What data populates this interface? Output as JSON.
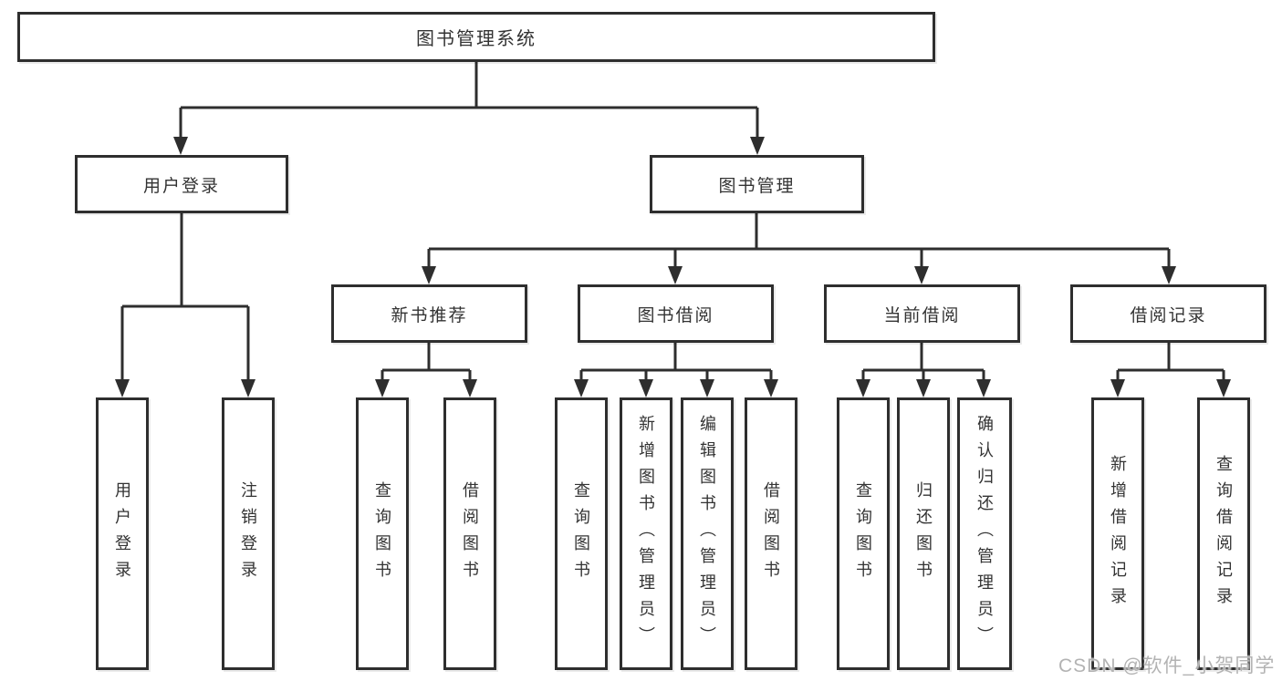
{
  "tree": {
    "root": {
      "label": "图书管理系统"
    },
    "branches": [
      {
        "label": "用户登录",
        "children": [
          {
            "label": "用户登录"
          },
          {
            "label": "注销登录"
          }
        ]
      },
      {
        "label": "图书管理",
        "children": [
          {
            "label": "新书推荐",
            "children": [
              {
                "label": "查询图书"
              },
              {
                "label": "借阅图书"
              }
            ]
          },
          {
            "label": "图书借阅",
            "children": [
              {
                "label": "查询图书"
              },
              {
                "label": "新增图书（管理员）"
              },
              {
                "label": "编辑图书（管理员）"
              },
              {
                "label": "借阅图书"
              }
            ]
          },
          {
            "label": "当前借阅",
            "children": [
              {
                "label": "查询图书"
              },
              {
                "label": "归还图书"
              },
              {
                "label": "确认归还（管理员）"
              }
            ]
          },
          {
            "label": "借阅记录",
            "children": [
              {
                "label": "新增借阅记录"
              },
              {
                "label": "查询借阅记录"
              }
            ]
          }
        ]
      }
    ]
  },
  "watermark": {
    "text": "CSDN @软件_小贺同学"
  },
  "colors": {
    "line": "#2e2e2e",
    "box_border": "#2e2e2e",
    "text": "#333333",
    "watermark": "#b3b3b3",
    "background": "#ffffff"
  }
}
